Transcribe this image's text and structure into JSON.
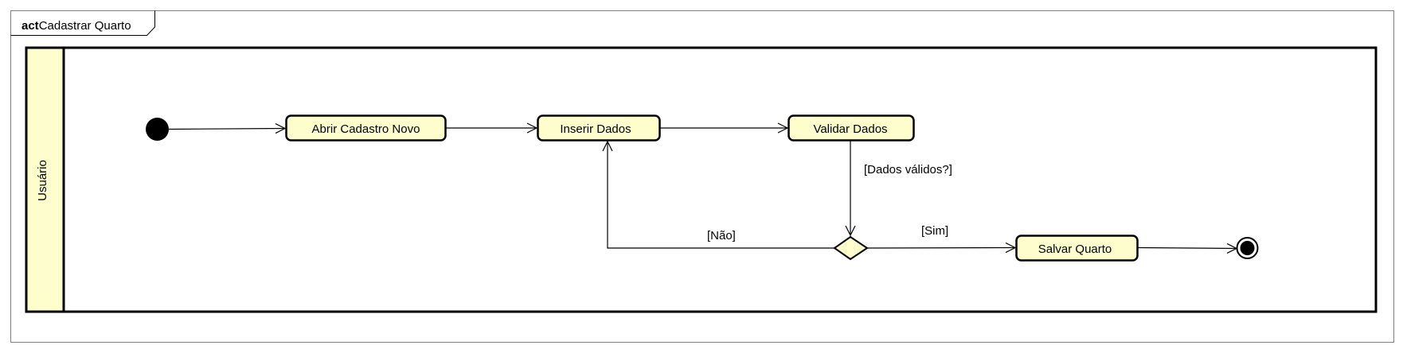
{
  "frame": {
    "keyword": "act",
    "name": "Cadastrar Quarto"
  },
  "swimlane": {
    "label": "Usuário"
  },
  "actions": {
    "open_new": "Abrir Cadastro Novo",
    "insert_data": "Inserir Dados",
    "validate_data": "Validar Dados",
    "save_room": "Salvar Quarto"
  },
  "guards": {
    "question": "[Dados válidos?]",
    "no": "[Não]",
    "yes": "[Sim]"
  },
  "colors": {
    "action_fill": "#fefecd",
    "lane_fill": "#fefecd",
    "line": "#000000",
    "frame_line": "#7f7f7f"
  }
}
